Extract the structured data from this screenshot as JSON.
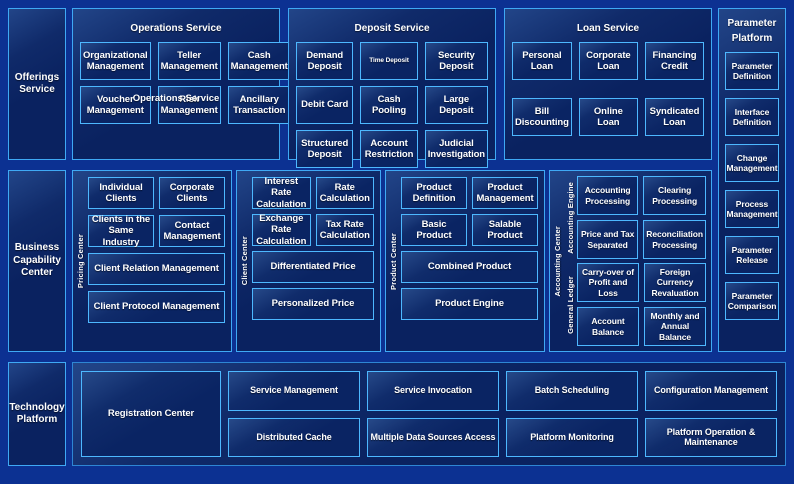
{
  "rows": {
    "offerings": {
      "label": "Offerings\nService",
      "label_line1": "Offerings",
      "label_line2": "Service",
      "services": [
        {
          "title": "Operations Service",
          "stray_caption": "Operations Service",
          "items": [
            "Organizational Management",
            "Teller Management",
            "Cash Management",
            "Voucher Management",
            "Risk Management",
            "Ancillary Transaction"
          ]
        },
        {
          "title": "Deposit Service",
          "items": [
            "Demand Deposit",
            "Time Deposit",
            "Security Deposit",
            "Debit Card",
            "Cash Pooling",
            "Large Deposit",
            "Structured Deposit",
            "Account Restriction",
            "Judicial Investigation"
          ],
          "small_item": "Time Deposit"
        },
        {
          "title": "Loan Service",
          "items": [
            "Personal Loan",
            "Corporate Loan",
            "Financing Credit",
            "Bill Discounting",
            "Online Loan",
            "Syndicated Loan"
          ]
        }
      ]
    },
    "business": {
      "label_line1": "Business",
      "label_line2": "Capability",
      "label_line3": "Center",
      "centers": [
        {
          "rail": "Pricing Center",
          "pair_top": [
            "Individual Clients",
            "Corporate Clients"
          ],
          "pair_mid": [
            "Clients in the Same Industry",
            "Contact Management"
          ],
          "wide1": "Client Relation Management",
          "wide2": "Client Protocol Management"
        },
        {
          "rail": "Client Center",
          "pair_top": [
            "Interest Rate Calculation",
            "Rate Calculation"
          ],
          "pair_mid": [
            "Exchange Rate Calculation",
            "Tax Rate Calculation"
          ],
          "wide1": "Differentiated Price",
          "wide2": "Personalized Price"
        },
        {
          "rail": "Product Center",
          "pair_top": [
            "Product Definition",
            "Product Management"
          ],
          "pair_mid": [
            "Basic Product",
            "Salable Product"
          ],
          "wide1": "Combined Product",
          "wide2": "Product Engine"
        }
      ],
      "accounting": {
        "rail": "Accounting Center",
        "sub1": {
          "rail": "Accounting Engine",
          "items": [
            "Accounting Processing",
            "Clearing Processing",
            "Price and Tax Separated",
            "Reconciliation Processing"
          ]
        },
        "sub2": {
          "rail": "General  Ledger",
          "items": [
            "Carry-over of Profit and Loss",
            "Foreign Currency Revaluation",
            "Account Balance",
            "Monthly and Annual Balance"
          ]
        }
      }
    },
    "technology": {
      "label_line1": "Technology",
      "label_line2": "Platform",
      "featured": "Registration Center",
      "columns": [
        [
          "Service Management",
          "Distributed Cache"
        ],
        [
          "Service Invocation",
          "Multiple Data Sources Access"
        ],
        [
          "Batch Scheduling",
          "Platform Monitoring"
        ],
        [
          "Configuration Management",
          "Platform Operation & Maintenance"
        ]
      ]
    }
  },
  "parameter_platform": {
    "title_line1": "Parameter",
    "title_line2": "Platform",
    "items": [
      "Parameter Definition",
      "Interface Definition",
      "Change Management",
      "Process Management",
      "Parameter Release",
      "Parameter Comparison"
    ]
  },
  "colors": {
    "page_background": "#0c3192",
    "panel_fill": "#0a2260",
    "panel_border": "#3fa9f5",
    "card_border": "#4db8ff",
    "text": "#ffffff"
  }
}
